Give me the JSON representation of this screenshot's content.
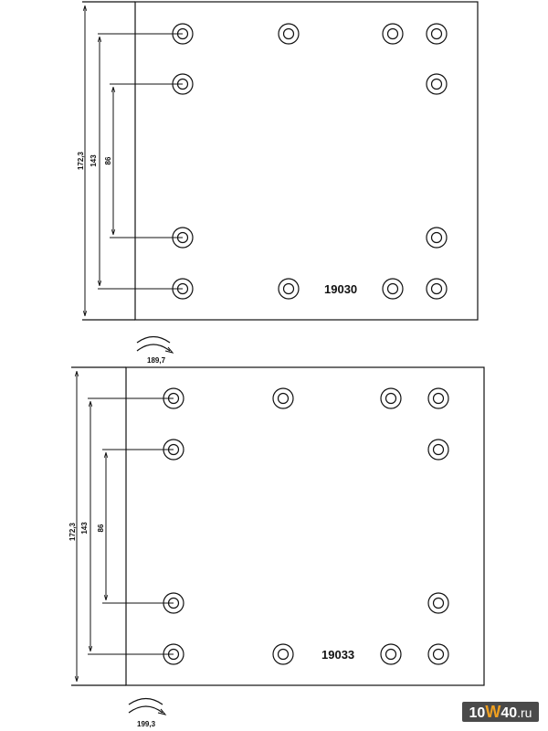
{
  "pads": [
    {
      "part_number": "19030",
      "dim_total": "172,3",
      "dim_outer": "143",
      "dim_inner": "86",
      "arc_dim": "189,7"
    },
    {
      "part_number": "19033",
      "dim_total": "172,3",
      "dim_outer": "143",
      "dim_inner": "86",
      "arc_dim": "199,3"
    }
  ],
  "logo": {
    "prefix": "10",
    "mark": "W",
    "suffix": "40",
    "domain": ".ru"
  }
}
